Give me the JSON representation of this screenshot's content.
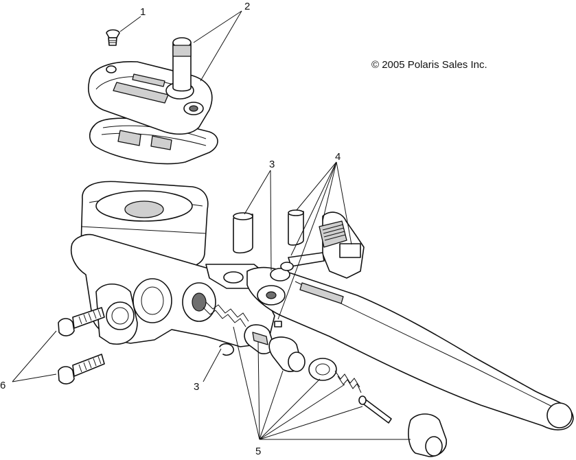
{
  "copyright": "© 2005 Polaris Sales Inc.",
  "callouts": {
    "c1": "1",
    "c2": "2",
    "c3_top": "3",
    "c3_bottom": "3",
    "c4": "4",
    "c5": "5",
    "c6": "6"
  }
}
